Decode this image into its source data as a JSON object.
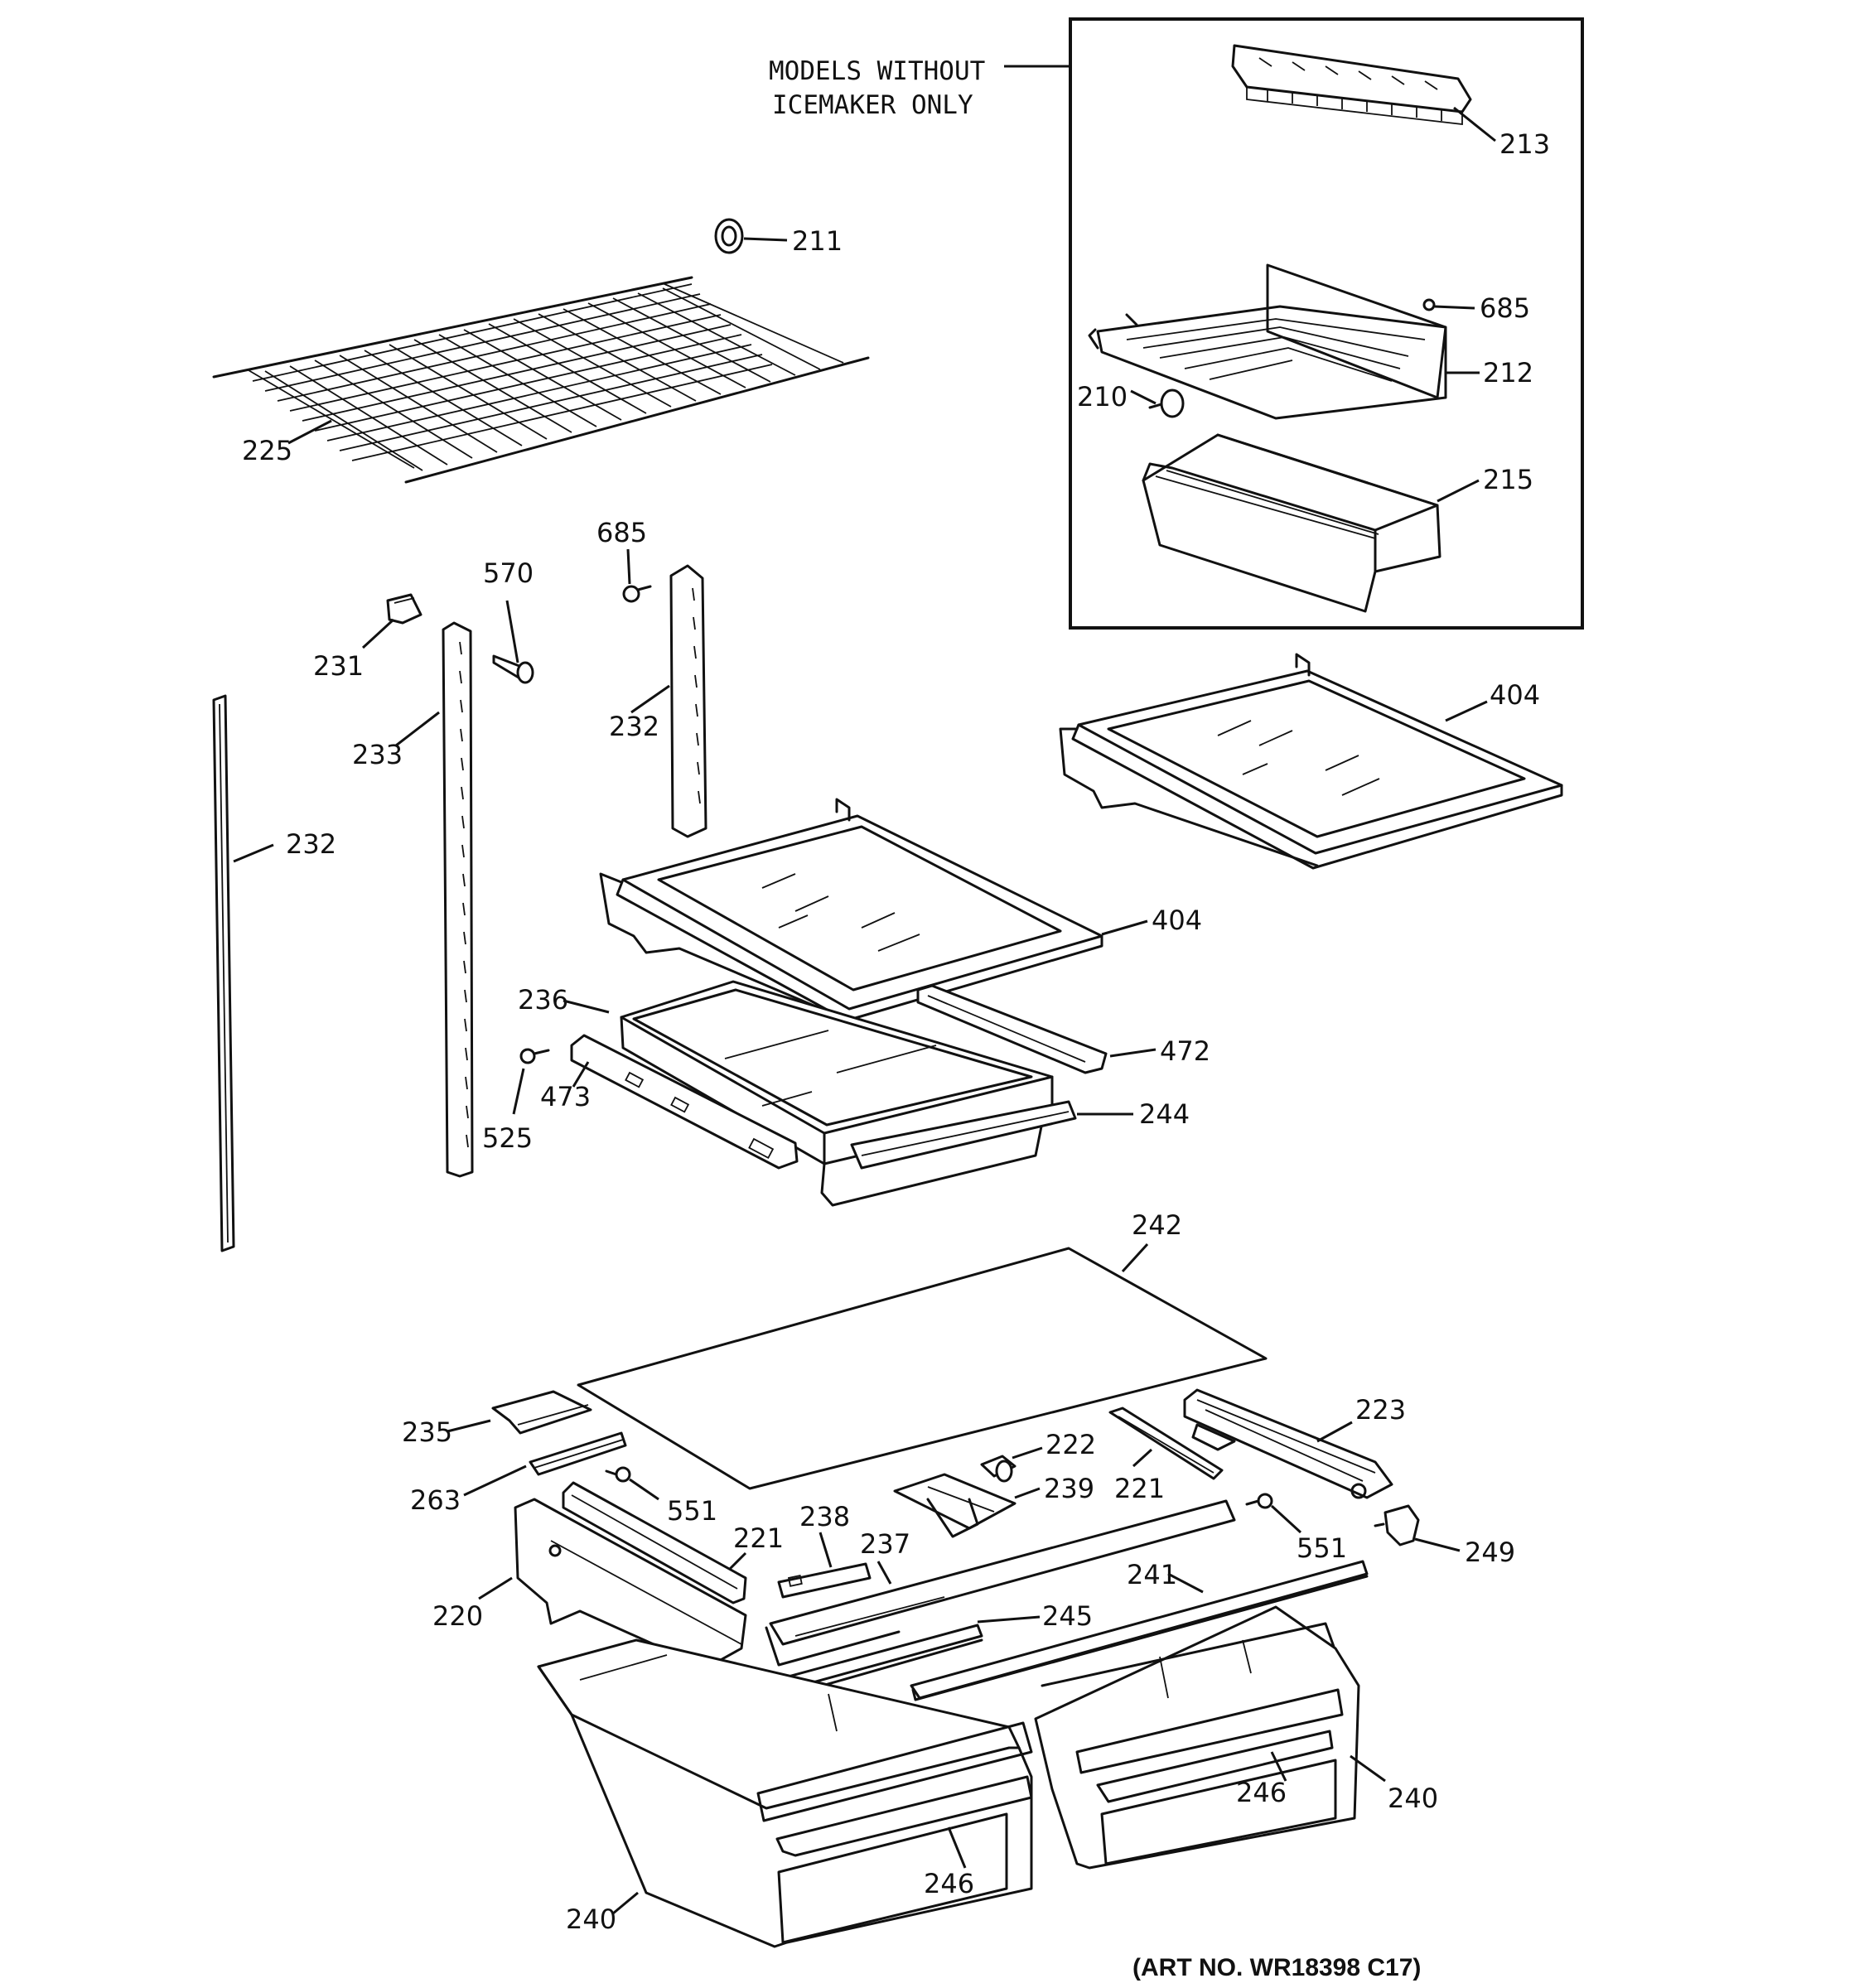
{
  "note": {
    "line1": "MODELS WITHOUT",
    "line2": "ICEMAKER ONLY"
  },
  "art_number": "(ART NO. WR18398 C17)",
  "callouts": {
    "c213": "213",
    "c211": "211",
    "c685a": "685",
    "c212": "212",
    "c210": "210",
    "c215": "215",
    "c225": "225",
    "c685b": "685",
    "c570": "570",
    "c231": "231",
    "c232a": "232",
    "c233": "233",
    "c232b": "232",
    "c404a": "404",
    "c404b": "404",
    "c236": "236",
    "c472": "472",
    "c473": "473",
    "c525": "525",
    "c244": "244",
    "c242": "242",
    "c235": "235",
    "c223": "223",
    "c222": "222",
    "c263": "263",
    "c239": "239",
    "c221a": "221",
    "c551a": "551",
    "c551b": "551",
    "c238": "238",
    "c237": "237",
    "c221b": "221",
    "c249": "249",
    "c241": "241",
    "c220": "220",
    "c245": "245",
    "c246a": "246",
    "c240a": "240",
    "c246b": "246",
    "c240b": "240"
  }
}
